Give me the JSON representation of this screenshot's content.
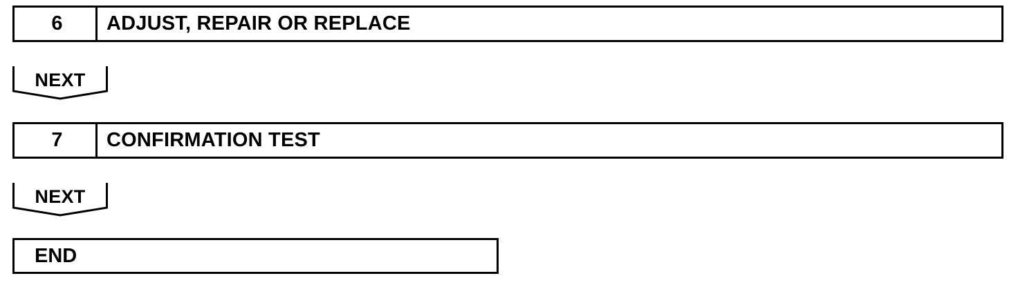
{
  "steps": [
    {
      "number": "6",
      "title": "ADJUST, REPAIR OR REPLACE"
    },
    {
      "number": "7",
      "title": "CONFIRMATION TEST"
    }
  ],
  "next_buttons": [
    {
      "label": "NEXT"
    },
    {
      "label": "NEXT"
    }
  ],
  "end": {
    "label": "END"
  }
}
